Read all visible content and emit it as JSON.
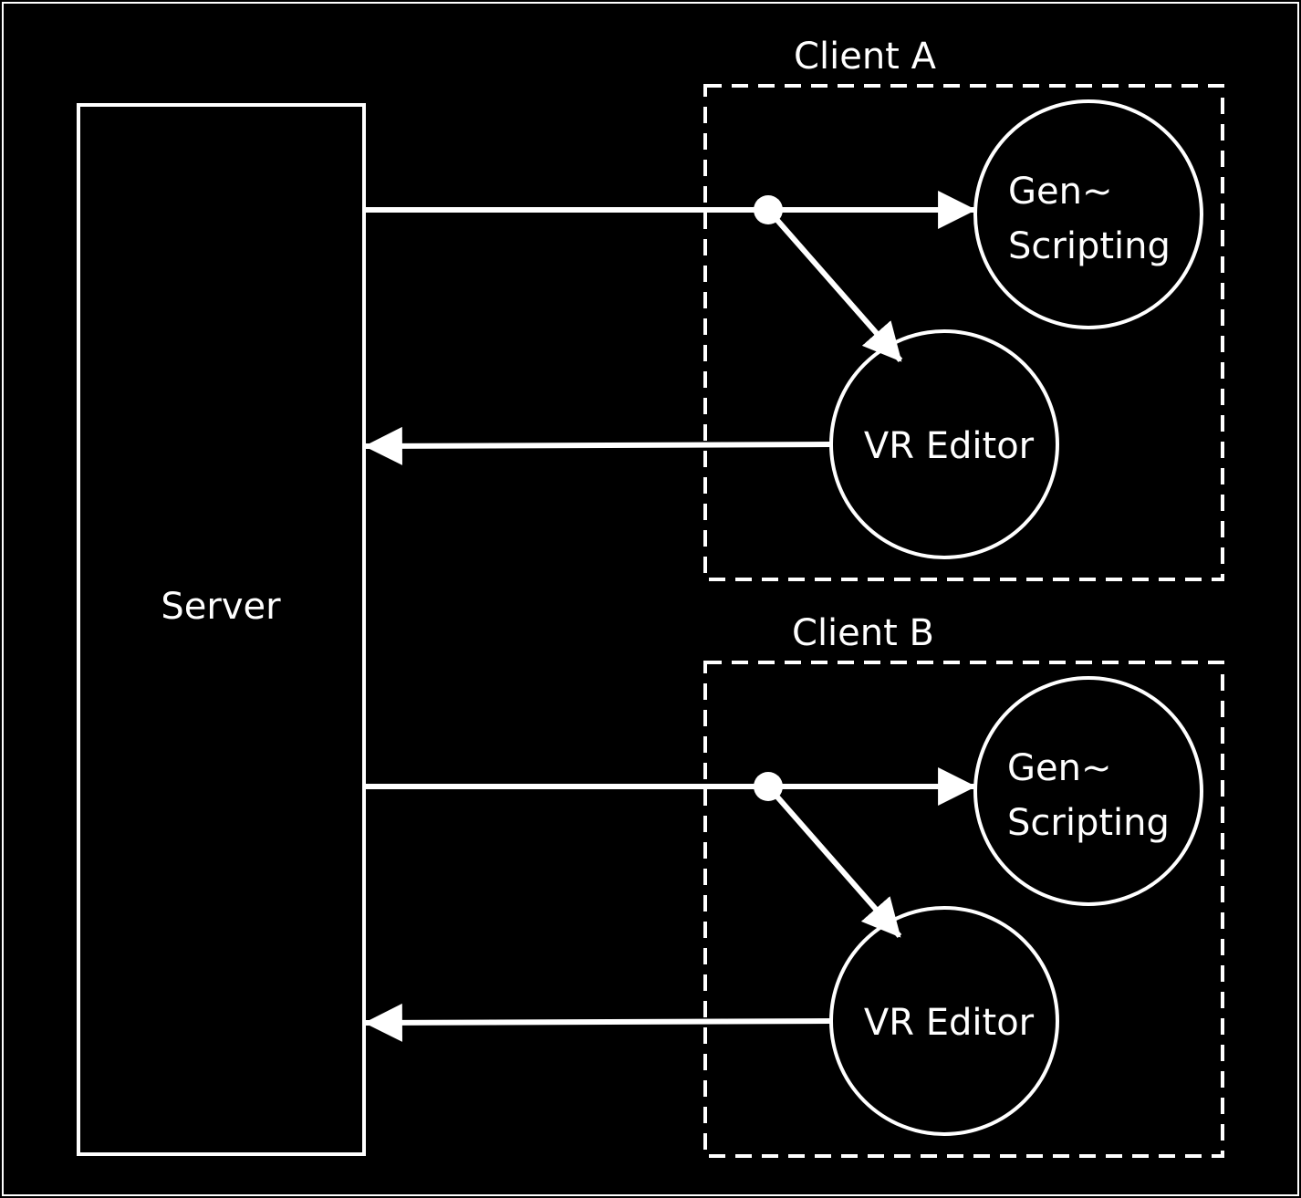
{
  "diagram": {
    "colors": {
      "background": "#000000",
      "stroke": "#ffffff",
      "text": "#ffffff"
    },
    "server": {
      "label": "Server"
    },
    "clients": [
      {
        "label": "Client A",
        "scripting": {
          "line1": "Gen~",
          "line2": "Scripting"
        },
        "editor": {
          "label": "VR Editor"
        }
      },
      {
        "label": "Client B",
        "scripting": {
          "line1": "Gen~",
          "line2": "Scripting"
        },
        "editor": {
          "label": "VR Editor"
        }
      }
    ],
    "edges": [
      {
        "from": "Server",
        "to": "Client A Gen~ Scripting"
      },
      {
        "from": "Server",
        "to": "Client A VR Editor"
      },
      {
        "from": "Client A VR Editor",
        "to": "Server"
      },
      {
        "from": "Server",
        "to": "Client B Gen~ Scripting"
      },
      {
        "from": "Server",
        "to": "Client B VR Editor"
      },
      {
        "from": "Client B VR Editor",
        "to": "Server"
      }
    ]
  }
}
